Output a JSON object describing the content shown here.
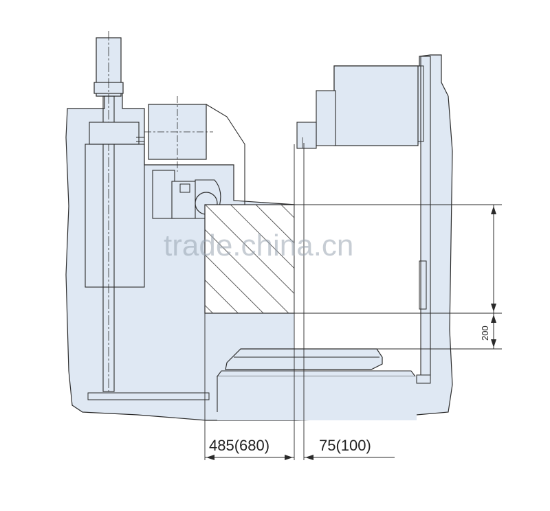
{
  "drawing": {
    "dimensions": {
      "left_horizontal": "485(680)",
      "right_horizontal": "75(100)",
      "vertical_bottom": "200"
    },
    "watermark": "trade.china.cn"
  },
  "colors": {
    "body_fill": "#dfe8f3",
    "line": "#2a2a2a",
    "hatch": "#333333",
    "white": "#ffffff"
  }
}
